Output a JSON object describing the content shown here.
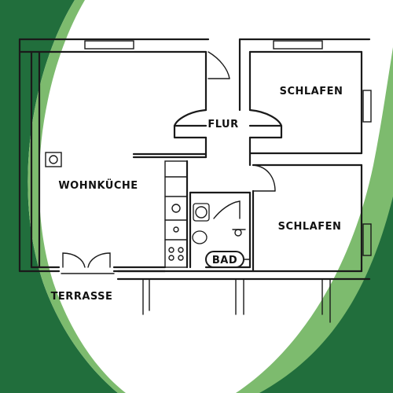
{
  "rooms": {
    "wohnkueche": "WOHNKÜCHE",
    "flur": "FLUR",
    "schlafen_1": "SCHLAFEN",
    "schlafen_2": "SCHLAFEN",
    "bad": "BAD",
    "terrasse": "TERRASSE"
  },
  "colors": {
    "dark_green": "#216e3c",
    "light_green": "#7dbb6e",
    "background": "#ffffff",
    "line": "#1a1a1a"
  }
}
